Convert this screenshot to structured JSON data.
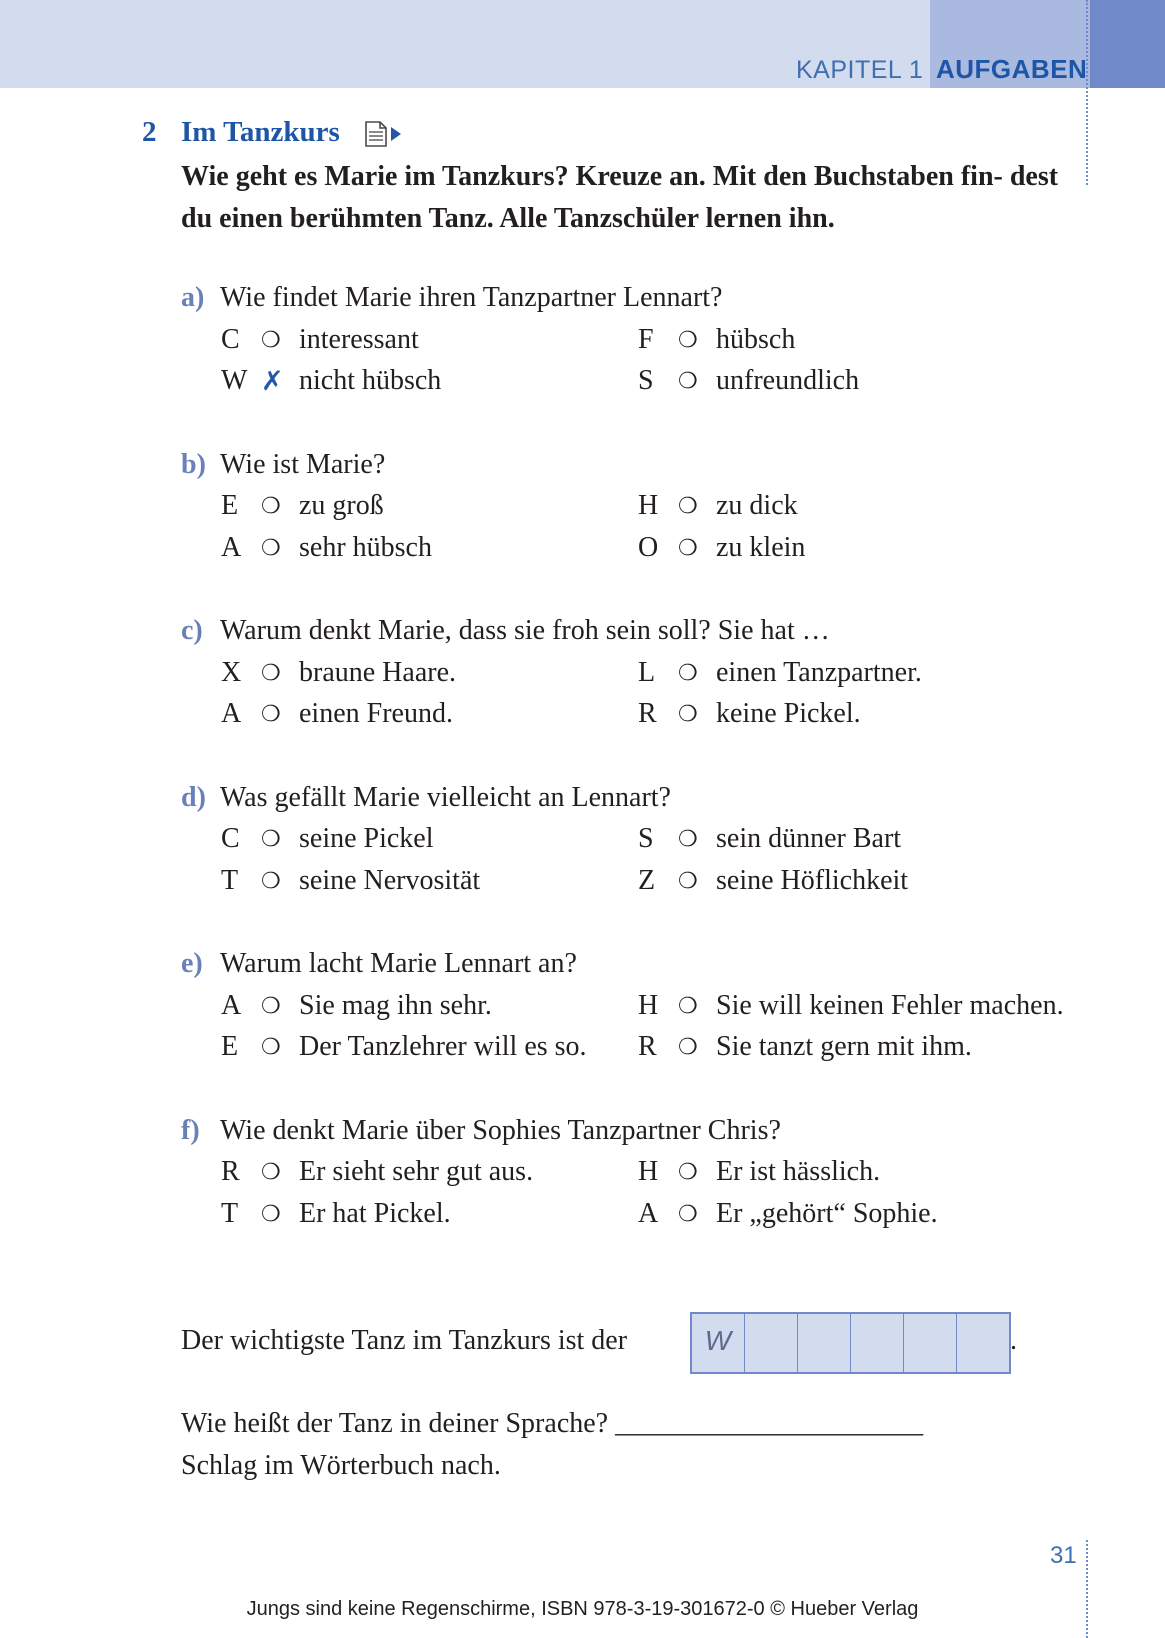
{
  "header": {
    "chapter": "KAPITEL 1",
    "section": "AUFGABEN"
  },
  "task": {
    "number": "2",
    "title": "Im Tanzkurs",
    "audio_icon": "audio-track-icon",
    "instruction": "Wie geht es Marie im Tanzkurs? Kreuze an. Mit den Buchstaben fin- dest du einen berühmten Tanz. Alle Tanzschüler lernen ihn."
  },
  "questions": [
    {
      "letter": "a)",
      "text": "Wie findet Marie ihren Tanzpartner Lennart?",
      "options": [
        {
          "code": "C",
          "mark": "❍",
          "text": "interessant"
        },
        {
          "code": "F",
          "mark": "❍",
          "text": "hübsch"
        },
        {
          "code": "W",
          "mark": "✗",
          "text": "nicht hübsch"
        },
        {
          "code": "S",
          "mark": "❍",
          "text": "unfreundlich"
        }
      ]
    },
    {
      "letter": "b)",
      "text": "Wie ist Marie?",
      "options": [
        {
          "code": "E",
          "mark": "❍",
          "text": "zu groß"
        },
        {
          "code": "H",
          "mark": "❍",
          "text": "zu dick"
        },
        {
          "code": "A",
          "mark": "❍",
          "text": "sehr hübsch"
        },
        {
          "code": "O",
          "mark": "❍",
          "text": "zu klein"
        }
      ]
    },
    {
      "letter": "c)",
      "text": "Warum denkt Marie, dass sie froh sein soll? Sie hat …",
      "options": [
        {
          "code": "X",
          "mark": "❍",
          "text": "braune Haare."
        },
        {
          "code": "L",
          "mark": "❍",
          "text": "einen Tanzpartner."
        },
        {
          "code": "A",
          "mark": "❍",
          "text": "einen Freund."
        },
        {
          "code": "R",
          "mark": "❍",
          "text": "keine Pickel."
        }
      ]
    },
    {
      "letter": "d)",
      "text": "Was gefällt Marie vielleicht an Lennart?",
      "options": [
        {
          "code": "C",
          "mark": "❍",
          "text": "seine Pickel"
        },
        {
          "code": "S",
          "mark": "❍",
          "text": "sein dünner Bart"
        },
        {
          "code": "T",
          "mark": "❍",
          "text": "seine Nervosität"
        },
        {
          "code": "Z",
          "mark": "❍",
          "text": "seine Höflichkeit"
        }
      ]
    },
    {
      "letter": "e)",
      "text": "Warum lacht Marie Lennart an?",
      "options": [
        {
          "code": "A",
          "mark": "❍",
          "text": "Sie mag ihn sehr."
        },
        {
          "code": "H",
          "mark": "❍",
          "text": "Sie will keinen Fehler machen."
        },
        {
          "code": "E",
          "mark": "❍",
          "text": "Der Tanzlehrer will es so."
        },
        {
          "code": "R",
          "mark": "❍",
          "text": "Sie tanzt gern mit ihm."
        }
      ]
    },
    {
      "letter": "f)",
      "text": "Wie denkt Marie über Sophies Tanzpartner Chris?",
      "options": [
        {
          "code": "R",
          "mark": "❍",
          "text": "Er sieht sehr gut aus."
        },
        {
          "code": "H",
          "mark": "❍",
          "text": "Er ist hässlich."
        },
        {
          "code": "T",
          "mark": "❍",
          "text": "Er hat Pickel."
        },
        {
          "code": "A",
          "mark": "❍",
          "text": "Er „gehört“ Sophie."
        }
      ]
    }
  ],
  "answer": {
    "prompt": "Der wichtigste Tanz im Tanzkurs ist der",
    "cells": [
      "W",
      "",
      "",
      "",
      "",
      ""
    ],
    "period": "."
  },
  "language_question": "Wie heißt der Tanz in deiner Sprache? ______________________",
  "dictionary_hint": "Schlag im Wörterbuch nach.",
  "page_number": "31",
  "footer": "Jungs sind keine Regenschirme, ISBN 978-3-19-301672-0 © Hueber Verlag"
}
